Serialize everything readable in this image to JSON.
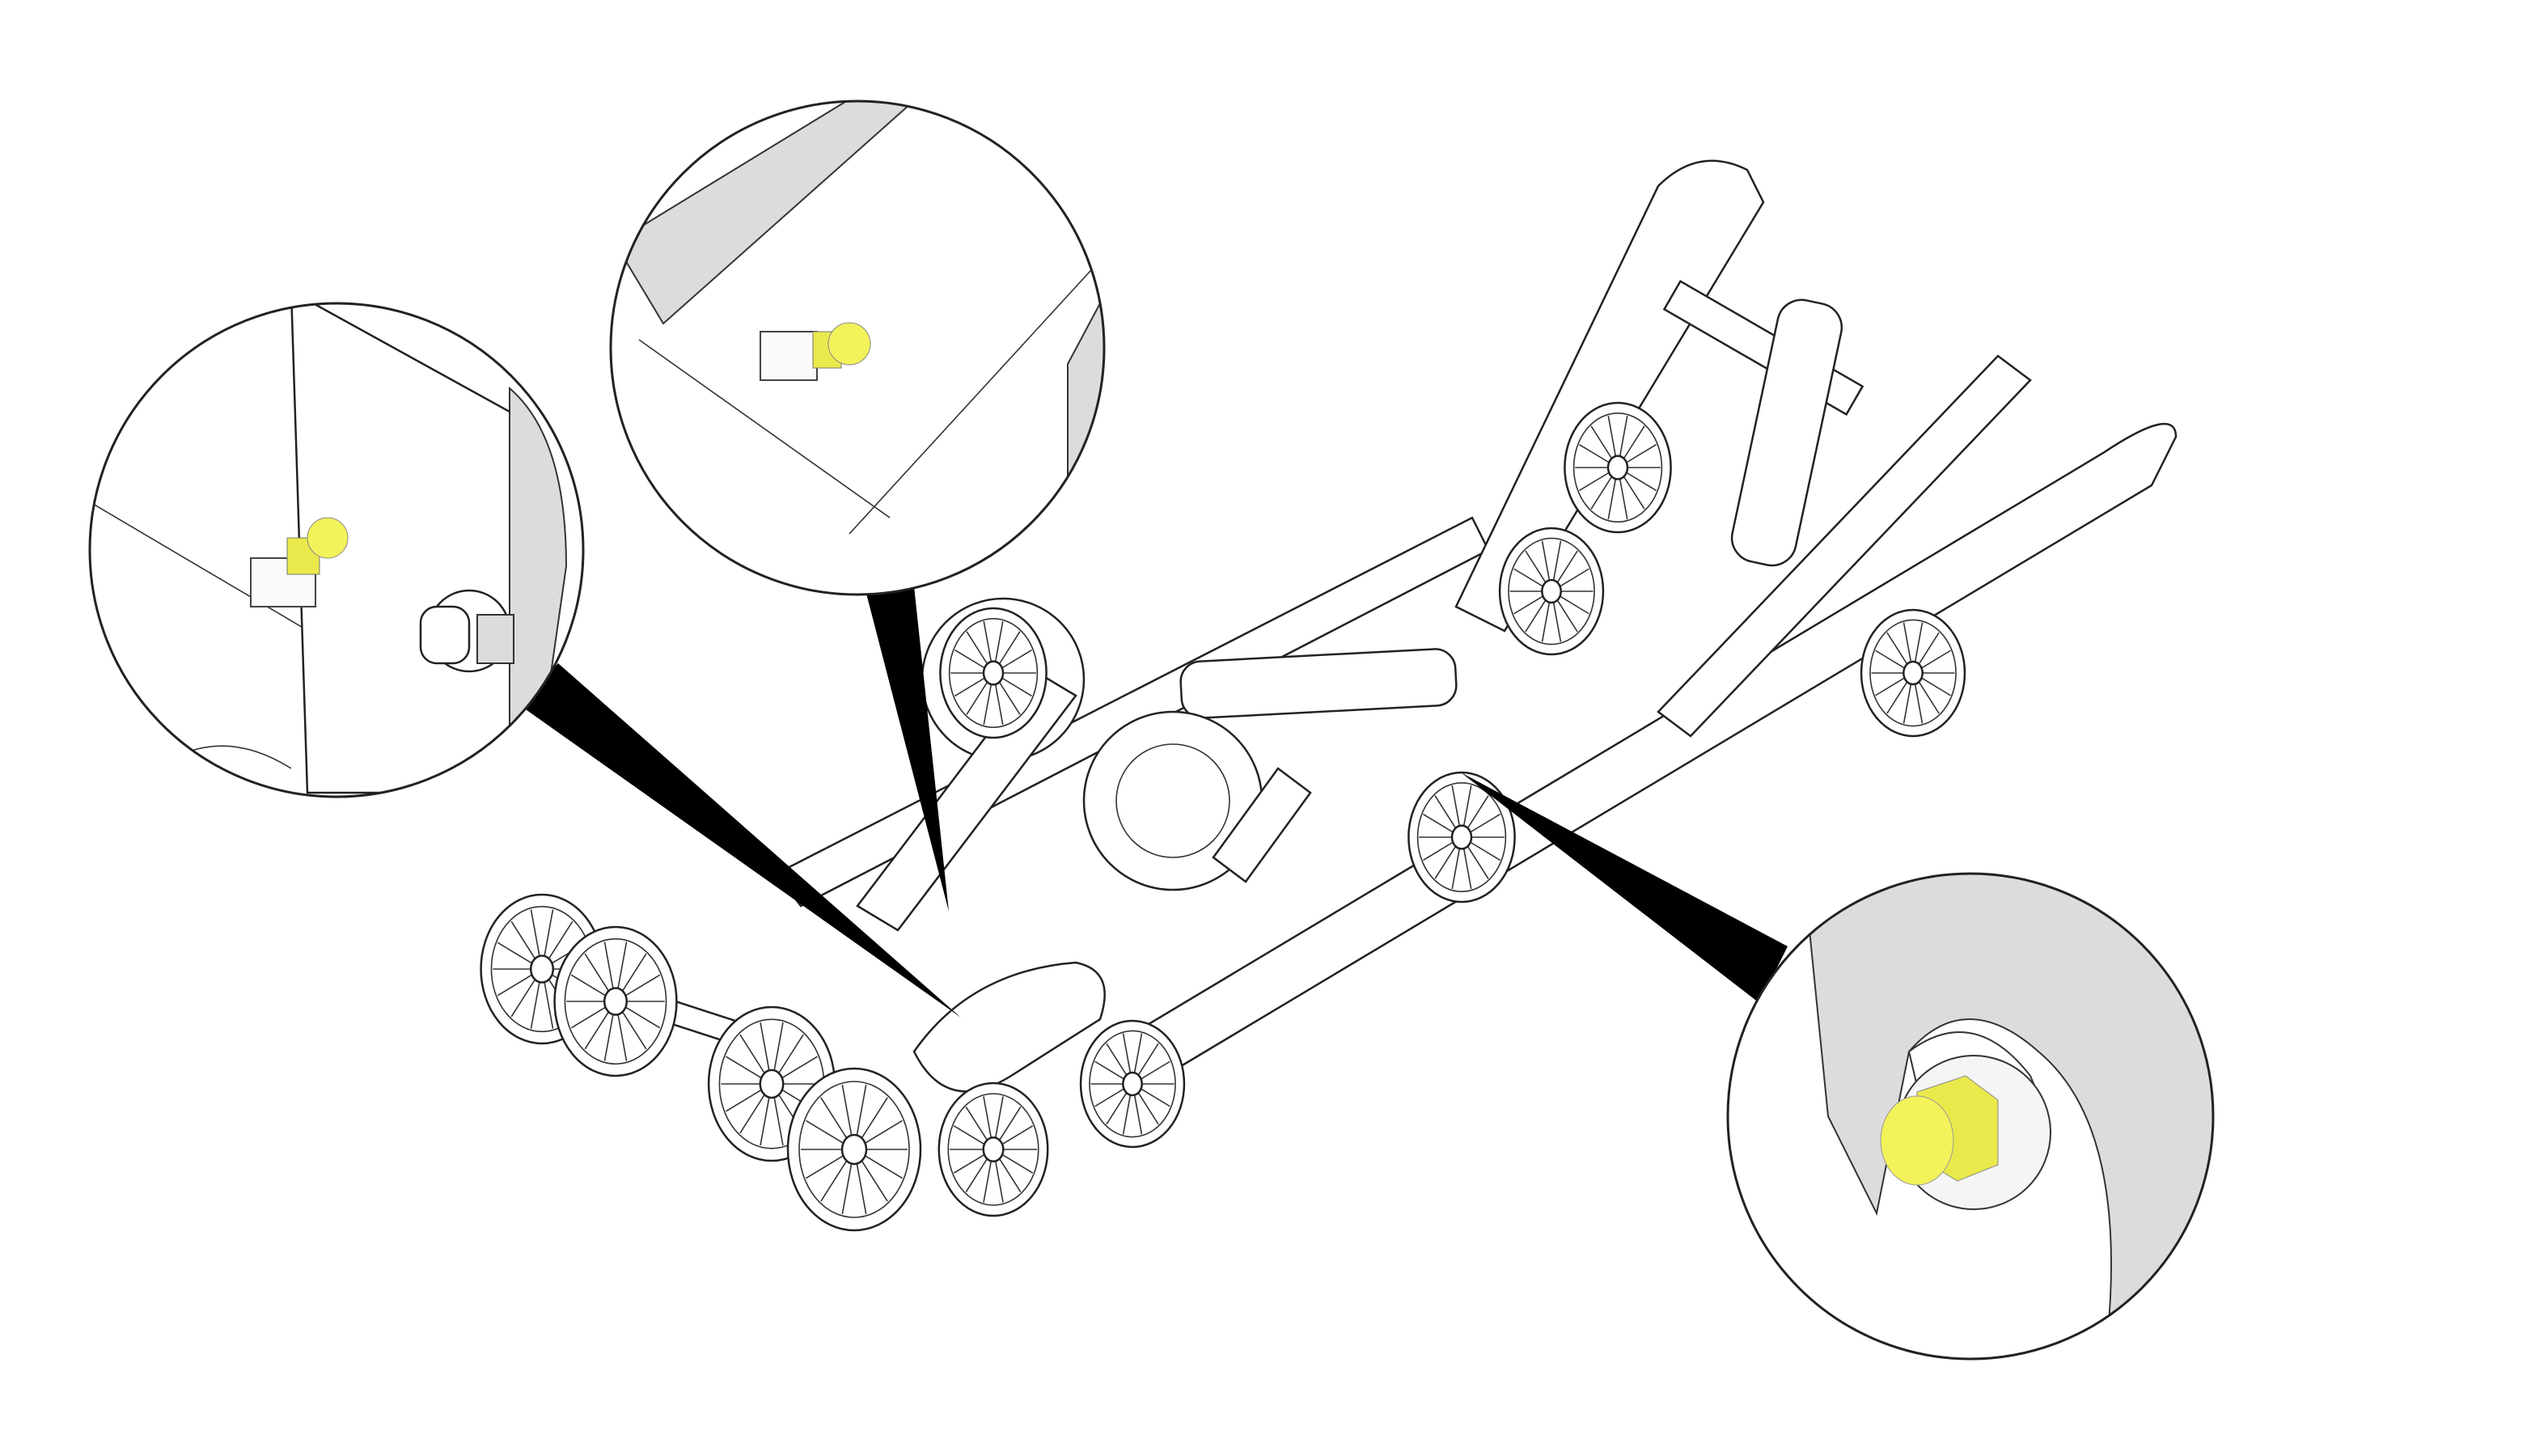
{
  "illustration": {
    "subject": "rear-suspension-exploded-callouts",
    "callouts": [
      {
        "id": "detail-left",
        "part": "acorn-nut"
      },
      {
        "id": "detail-top",
        "part": "acorn-nut"
      },
      {
        "id": "detail-right",
        "part": "acorn-nut"
      }
    ]
  },
  "colors": {
    "background": "#ffffff",
    "outline": "#222222",
    "shade": "#dcdcdc",
    "highlight_part": "#f2f25a",
    "leader": "#000000"
  }
}
